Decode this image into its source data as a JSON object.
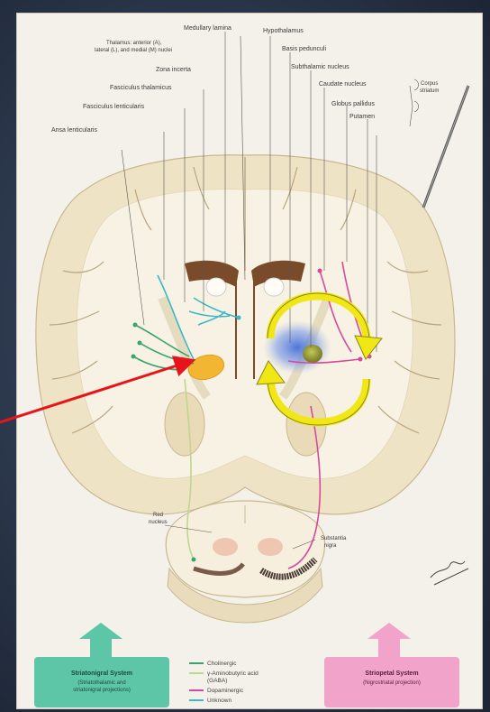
{
  "labels": {
    "medullary_lamina": "Medullary lamina",
    "hypothalamus": "Hypothalamus",
    "thalamus_nuclei": [
      "Thalamus: anterior (A),",
      "lateral (L), and medial (M) nuclei"
    ],
    "basis_pedunculi": "Basis pedunculi",
    "zona_incerta": "Zona incerta",
    "subthalamic_nucleus": "Subthalamic nucleus",
    "caudate_nucleus": "Caudate nucleus",
    "corpus_striatum": [
      "Corpus",
      "striatum"
    ],
    "fasciculus_thalamicus": "Fasciculus thalamicus",
    "globus_pallidus": "Globus pallidus",
    "fasciculus_lenticularis": "Fasciculus lenticularis",
    "putamen": "Putamen",
    "ansa_lenticularis": "Ansa lenticularis",
    "red_nucleus": [
      "Red",
      "nucleus"
    ],
    "substantia_nigra": [
      "Substantia",
      "nigra"
    ]
  },
  "legend": {
    "cholinergic": "Cholinergic",
    "gaba": [
      "γ-Aminobutyric acid",
      "(GABA)"
    ],
    "dopaminergic": "Dopaminergic",
    "unknown": "Unknown"
  },
  "boxes": {
    "striatonigral": {
      "title": "Striatonigral System",
      "sub": [
        "(Striatothalamic and",
        "striatonigral projections)"
      ]
    },
    "nigrostriatal": {
      "title": "Striopetal System",
      "sub": [
        "(Nigrostriatal projection)"
      ]
    }
  },
  "colors": {
    "cholinergic": "#3aa56a",
    "gaba": "#bcd88e",
    "dopaminergic": "#d9499b",
    "unknown": "#3cb8c8",
    "left_box": "#5cc6a6",
    "right_box": "#f2a3c9",
    "highlight": "#f2b632",
    "cycle_arrow": "#f1e616",
    "pointer": "#e8141b"
  }
}
